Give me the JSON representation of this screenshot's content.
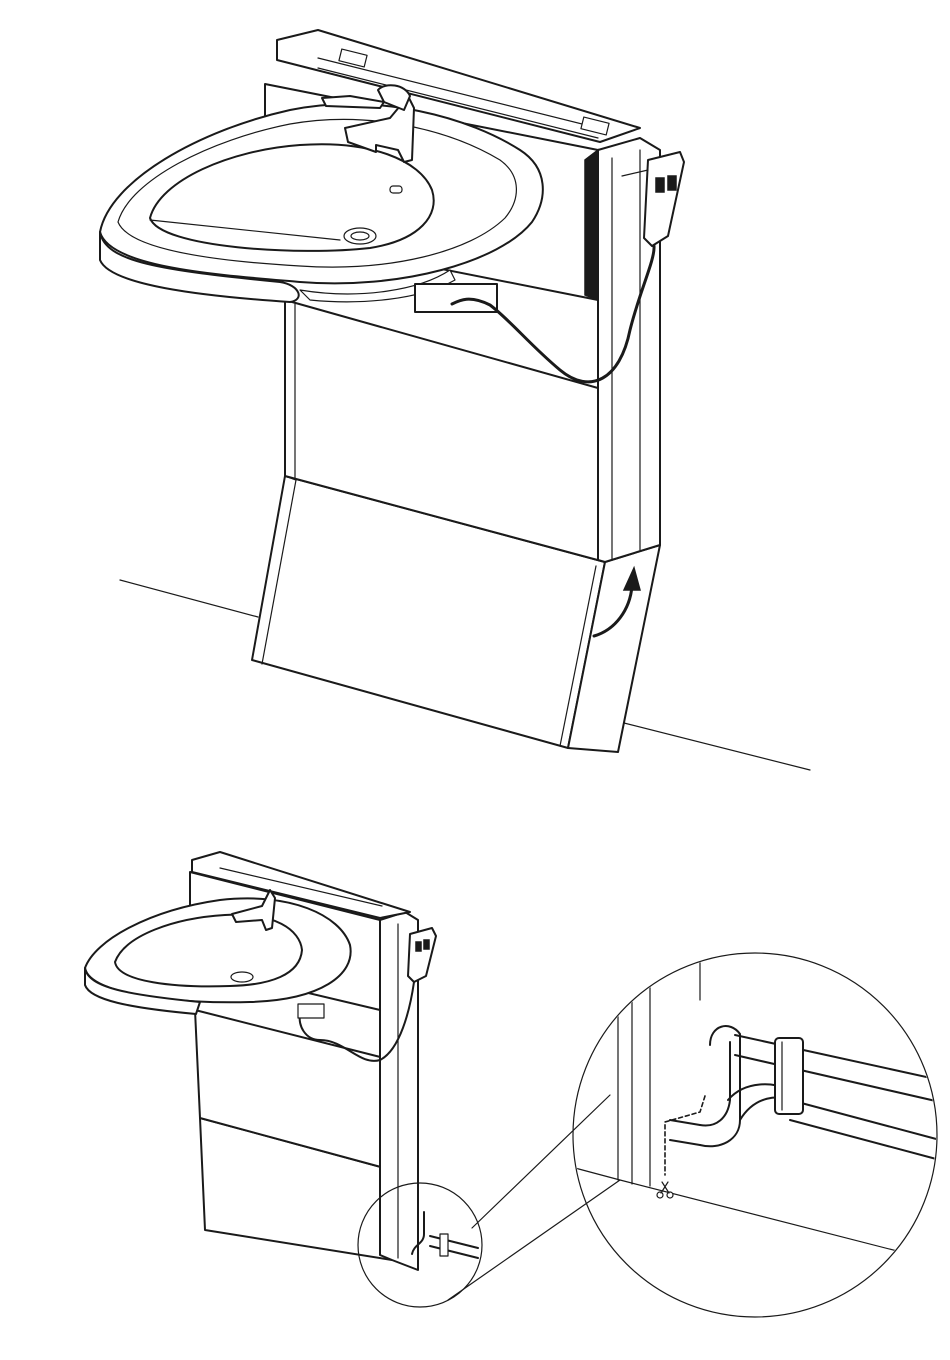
{
  "figure": {
    "colors": {
      "line": "#1a1a1a",
      "background": "#ffffff"
    },
    "views": [
      {
        "id": "top",
        "icon": "height-adjustable-washbasin-icon",
        "arrow": "rotate-up-arrow-icon"
      },
      {
        "id": "bottom",
        "icon": "installed-washbasin-icon"
      },
      {
        "id": "detail",
        "icon": "pipe-detail-magnifier-icon",
        "tool": "scissors-icon"
      }
    ]
  }
}
